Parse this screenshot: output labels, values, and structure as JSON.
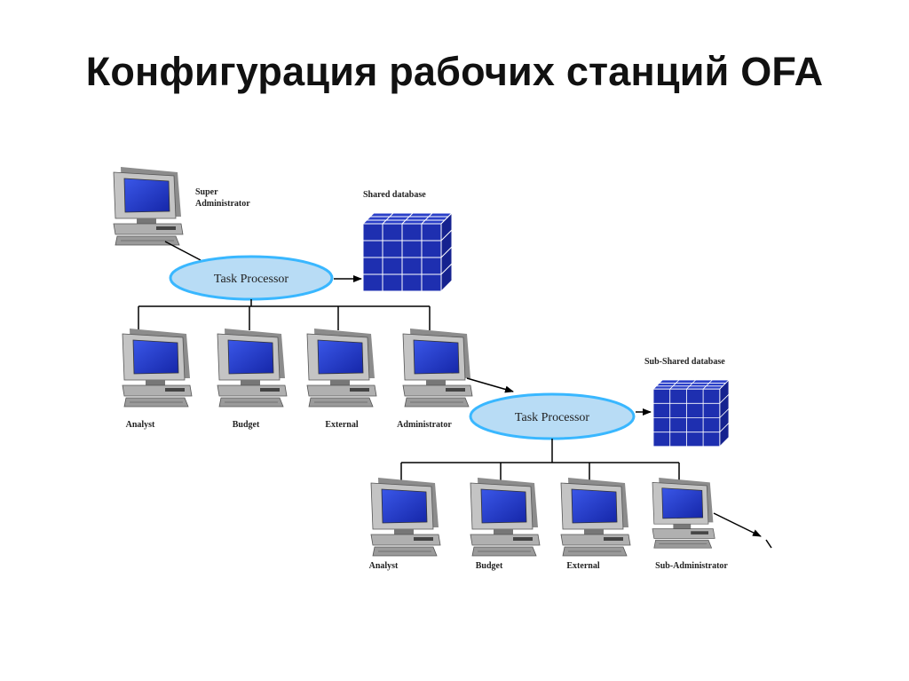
{
  "title": "Конфигурация рабочих станций OFA",
  "diagram": {
    "super_admin_label_line1": "Super",
    "super_admin_label_line2": "Administrator",
    "shared_db_label": "Shared database",
    "task_processor_1": "Task Processor",
    "level1": {
      "analyst": "Analyst",
      "budget": "Budget",
      "external": "External",
      "administrator": "Administrator"
    },
    "sub_shared_db_label": "Sub-Shared database",
    "task_processor_2": "Task Processor",
    "level2": {
      "analyst": "Analyst",
      "budget": "Budget",
      "external": "External",
      "sub_administrator": "Sub-Administrator"
    }
  },
  "colors": {
    "screen": "#1f35c8",
    "database": "#1e2fb0",
    "ellipse": "#b8dcf5",
    "ellipse_border": "#39b7ff",
    "computer_body": "#b5b5b5"
  }
}
